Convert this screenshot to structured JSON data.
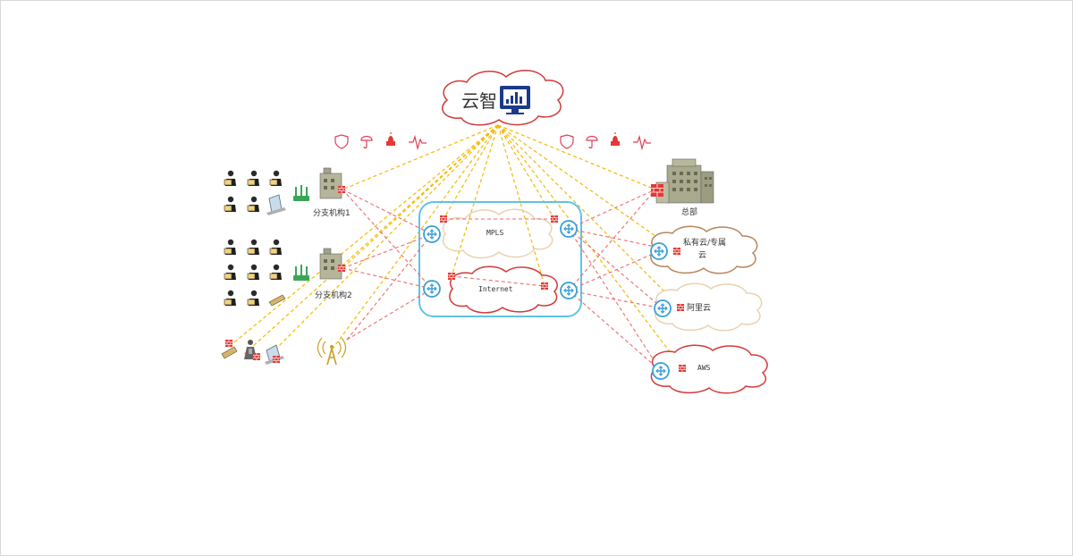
{
  "cloud_platform": {
    "label": "云智"
  },
  "branches": [
    {
      "label": "分支机构1"
    },
    {
      "label": "分支机构2"
    }
  ],
  "networks": {
    "mpls": "MPLS",
    "internet": "Internet"
  },
  "destinations": {
    "hq": "总部",
    "private_cloud": "私有云/专属云",
    "private_cloud_line1": "私有云/专属",
    "private_cloud_line2": "云",
    "aliyun": "阿里云",
    "aws": "AWS"
  },
  "security_icons": [
    "shield-icon",
    "umbrella-icon",
    "alarm-icon",
    "pulse-icon"
  ],
  "colors": {
    "overlay_line": "#f5b800",
    "underlay_line": "#f06a6a",
    "cloud_red": "#d23a3a",
    "cloud_brown": "#b8865a",
    "cloud_beige": "#e8d2b0",
    "network_box": "#5ec3e8",
    "router": "#3aa0d8",
    "firewall": "#e53935",
    "monitor": "#1a3a8a"
  }
}
